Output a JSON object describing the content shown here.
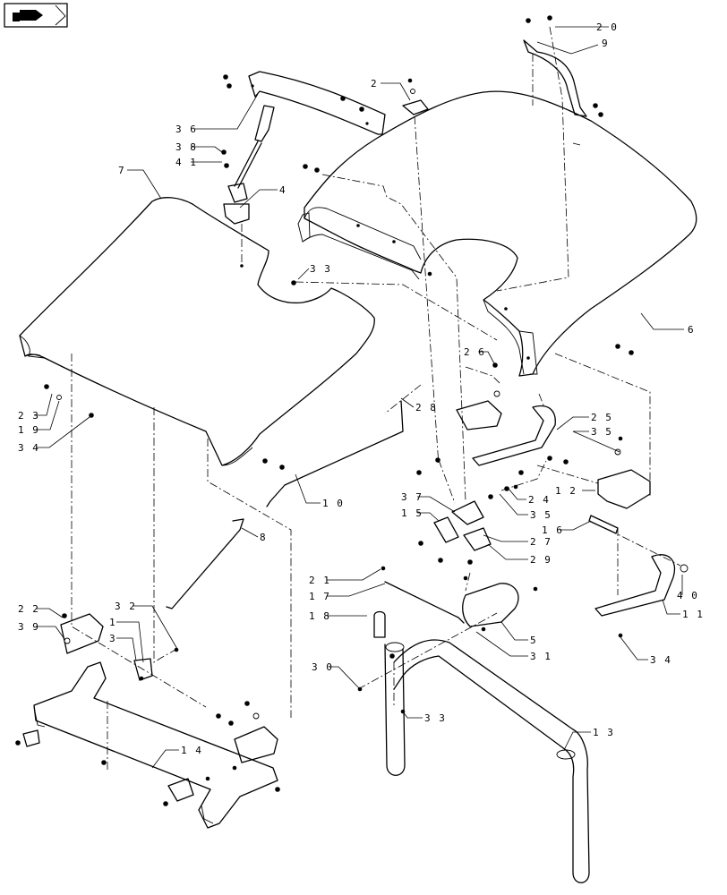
{
  "labels": [
    {
      "id": "20",
      "text": "2 0"
    },
    {
      "id": "9",
      "text": "9"
    },
    {
      "id": "2",
      "text": "2"
    },
    {
      "id": "36",
      "text": "3 6"
    },
    {
      "id": "38",
      "text": "3 8"
    },
    {
      "id": "41",
      "text": "4 1"
    },
    {
      "id": "4",
      "text": "4"
    },
    {
      "id": "7",
      "text": "7"
    },
    {
      "id": "33a",
      "text": "3 3"
    },
    {
      "id": "6",
      "text": "6"
    },
    {
      "id": "26",
      "text": "2 6"
    },
    {
      "id": "23",
      "text": "2 3"
    },
    {
      "id": "19",
      "text": "1 9"
    },
    {
      "id": "34a",
      "text": "3 4"
    },
    {
      "id": "28",
      "text": "2 8"
    },
    {
      "id": "25",
      "text": "2 5"
    },
    {
      "id": "35a",
      "text": "3 5"
    },
    {
      "id": "12",
      "text": "1 2"
    },
    {
      "id": "24",
      "text": "2 4"
    },
    {
      "id": "10",
      "text": "1 0"
    },
    {
      "id": "37",
      "text": "3 7"
    },
    {
      "id": "35b",
      "text": "3 5"
    },
    {
      "id": "15",
      "text": "1 5"
    },
    {
      "id": "16",
      "text": "1 6"
    },
    {
      "id": "27",
      "text": "2 7"
    },
    {
      "id": "29",
      "text": "2 9"
    },
    {
      "id": "8",
      "text": "8"
    },
    {
      "id": "21",
      "text": "2 1"
    },
    {
      "id": "17",
      "text": "1 7"
    },
    {
      "id": "40",
      "text": "4 0"
    },
    {
      "id": "18",
      "text": "1 8"
    },
    {
      "id": "11",
      "text": "1 1"
    },
    {
      "id": "22",
      "text": "2 2"
    },
    {
      "id": "39",
      "text": "3 9"
    },
    {
      "id": "32",
      "text": "3 2"
    },
    {
      "id": "1",
      "text": "1"
    },
    {
      "id": "3",
      "text": "3"
    },
    {
      "id": "5",
      "text": "5"
    },
    {
      "id": "31",
      "text": "3 1"
    },
    {
      "id": "34b",
      "text": "3 4"
    },
    {
      "id": "30",
      "text": "3 0"
    },
    {
      "id": "33b",
      "text": "3 3"
    },
    {
      "id": "13",
      "text": "1 3"
    },
    {
      "id": "14",
      "text": "1 4"
    }
  ],
  "icons": {
    "corner": "hand-pointer-icon"
  }
}
